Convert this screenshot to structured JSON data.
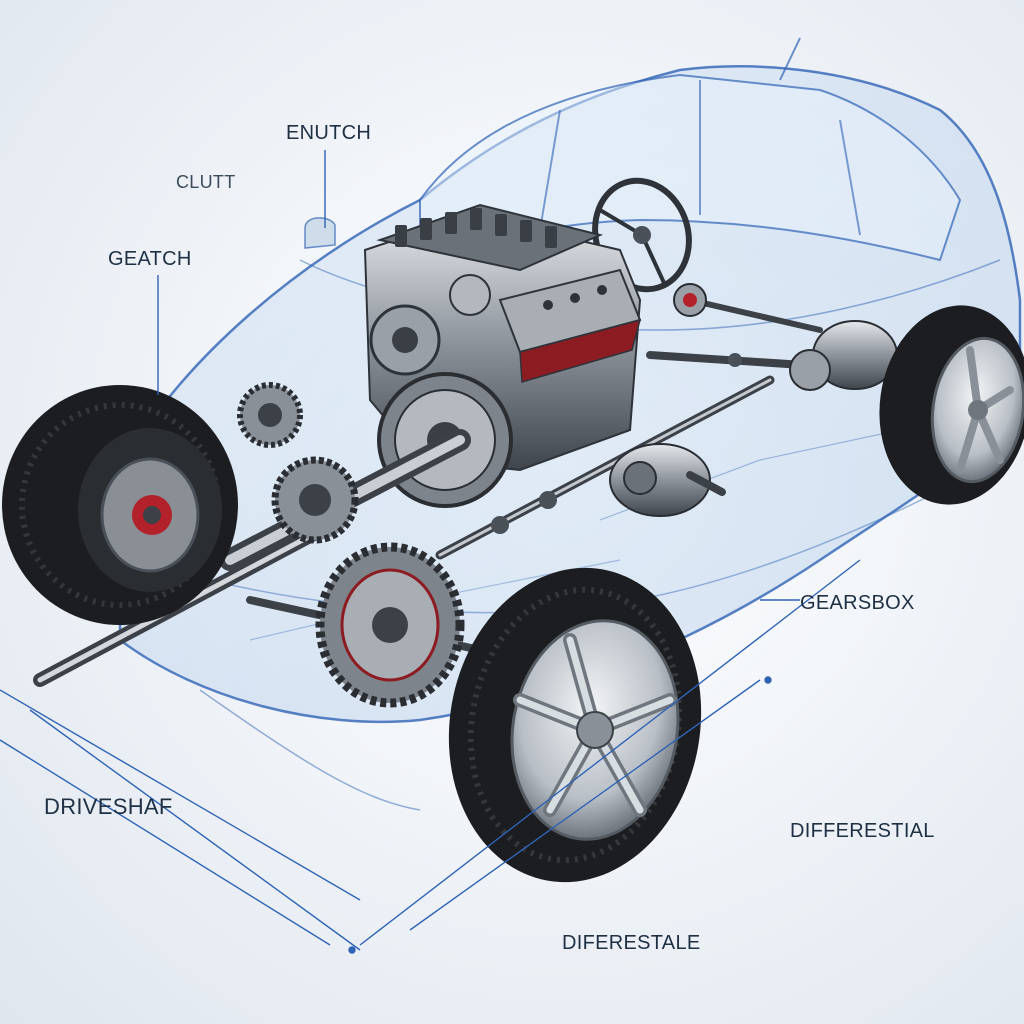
{
  "labels": {
    "enutch": "ENUTCH",
    "clutt": "CLUTT",
    "geatch": "GEATCH",
    "gearsbox": "GEARSBOX",
    "driveshaft": "DRIVESHAF",
    "differestial": "DIFFERESTIAL",
    "diferestale": "DIFERESTALE"
  },
  "colors": {
    "line_blue": "#2f63b5",
    "ghost_blue": "#7aa3d8",
    "metal": "#8a8f96",
    "metal_dark": "#3c4148",
    "tire": "#1b1d20",
    "rim": "#c9ced4",
    "accent_red": "#b3222a",
    "label_text": "#1f2f44"
  }
}
